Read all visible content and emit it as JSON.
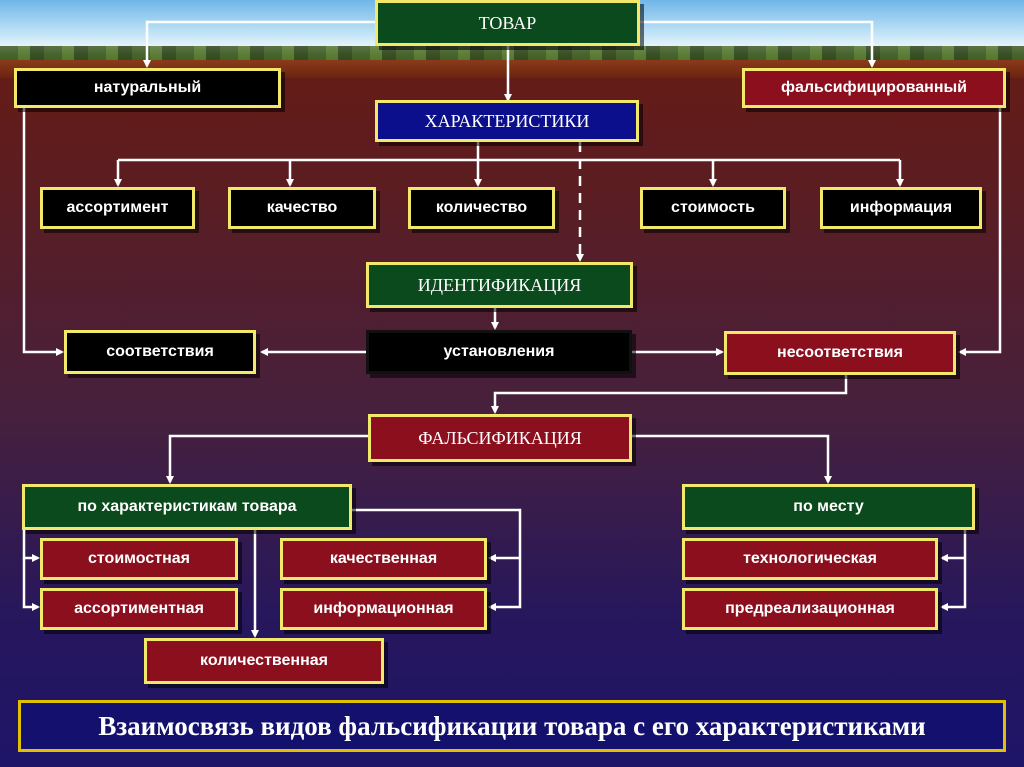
{
  "nodes": {
    "tovar": "ТОВАР",
    "naturalny": "натуральный",
    "falsifitsirovanny": "фальсифицированный",
    "harakteristiki": "ХАРАКТЕРИСТИКИ",
    "assortiment": "ассортимент",
    "kachestvo": "качество",
    "kolichestvo": "количество",
    "stoimost": "стоимость",
    "informatsiya": "информация",
    "identifikatsiya": "ИДЕНТИФИКАЦИЯ",
    "sootvetstviya": "соответствия",
    "ustanovleniya": "установления",
    "nesootvetstviya": "несоответствия",
    "falsifikatsiya": "ФАЛЬСИФИКАЦИЯ",
    "po_harakteristikam": "по характеристикам товара",
    "po_mestu": "по месту",
    "stoimostnaya": "стоимостная",
    "kachestvennaya": "качественная",
    "assortimentnaya": "ассортиментная",
    "informatsionnaya": "информационная",
    "kolichestvennaya": "количественная",
    "tehnologicheskaya": "технологическая",
    "predrealizatsionnaya": "предреализационная"
  },
  "caption": "Взаимосвязь видов фальсификации товара с его характеристиками",
  "colors": {
    "box_border": "#f2e96a",
    "black_box": "#000000",
    "red_box": "#8c0f1e",
    "green_box": "#0b4a1c",
    "blue_box": "#0b0f8c",
    "caption_bg": "#14106e",
    "caption_border": "#e0c000"
  }
}
